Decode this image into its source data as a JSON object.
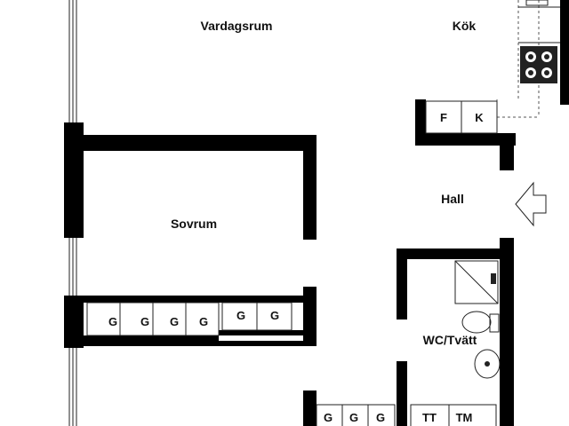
{
  "rooms": {
    "living": "Vardagsrum",
    "kitchen": "Kök",
    "hall": "Hall",
    "bedroom": "Sovrum",
    "wc": "WC/Tvätt"
  },
  "cabinets": {
    "fridge": "F",
    "freezer": "K",
    "wardrobe": "G",
    "dryer": "TT",
    "washer": "TM"
  },
  "colors": {
    "wall": "#000000",
    "line": "#222222",
    "background": "#ffffff"
  },
  "icons": [
    "sink-icon",
    "stove-icon",
    "shower-icon",
    "toilet-icon",
    "washbasin-icon",
    "entrance-arrow-icon",
    "window-icon"
  ]
}
